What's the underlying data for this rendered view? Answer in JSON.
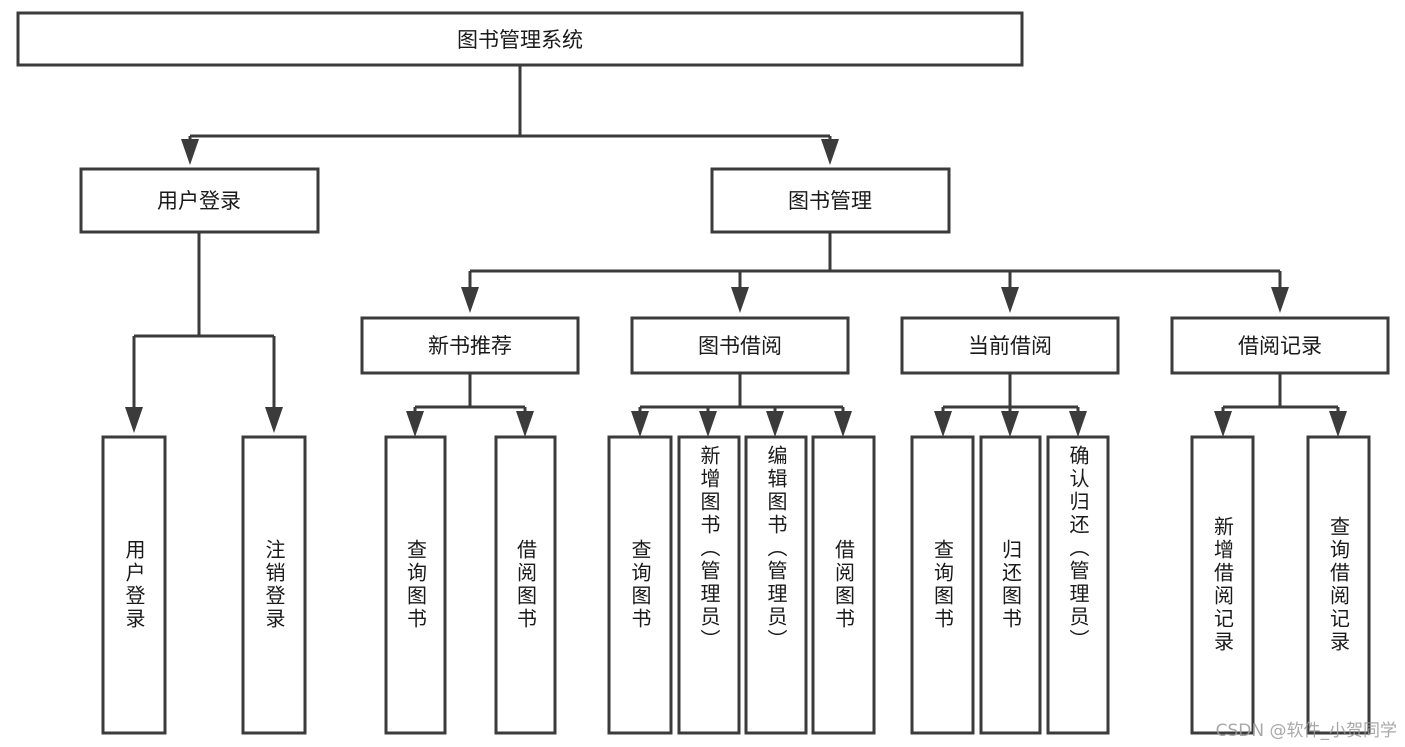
{
  "diagram": {
    "type": "tree-hierarchy-chart",
    "title": "图书管理系统",
    "watermark": "CSDN @软件_小贺同学",
    "colors": {
      "stroke": "#3b3b3b",
      "box_fill": "#ffffff",
      "text": "#1a1a1a",
      "background": "#ffffff",
      "watermark": "#9a9a9a"
    },
    "levels": {
      "root": {
        "label": "图书管理系统"
      },
      "level2": [
        {
          "label": "用户登录"
        },
        {
          "label": "图书管理"
        }
      ],
      "level3": [
        {
          "label": "新书推荐"
        },
        {
          "label": "图书借阅"
        },
        {
          "label": "当前借阅"
        },
        {
          "label": "借阅记录"
        }
      ],
      "leaves": [
        {
          "label": "用户登录",
          "parent": "用户登录"
        },
        {
          "label": "注销登录",
          "parent": "用户登录"
        },
        {
          "label": "查询图书",
          "parent": "新书推荐"
        },
        {
          "label": "借阅图书",
          "parent": "新书推荐"
        },
        {
          "label": "查询图书",
          "parent": "图书借阅"
        },
        {
          "label": "新增图书（管理员）",
          "parent": "图书借阅"
        },
        {
          "label": "编辑图书（管理员）",
          "parent": "图书借阅"
        },
        {
          "label": "借阅图书",
          "parent": "图书借阅"
        },
        {
          "label": "查询图书",
          "parent": "当前借阅"
        },
        {
          "label": "归还图书",
          "parent": "当前借阅"
        },
        {
          "label": "确认归还（管理员）",
          "parent": "当前借阅"
        },
        {
          "label": "新增借阅记录",
          "parent": "借阅记录"
        },
        {
          "label": "查询借阅记录",
          "parent": "借阅记录"
        }
      ]
    }
  }
}
